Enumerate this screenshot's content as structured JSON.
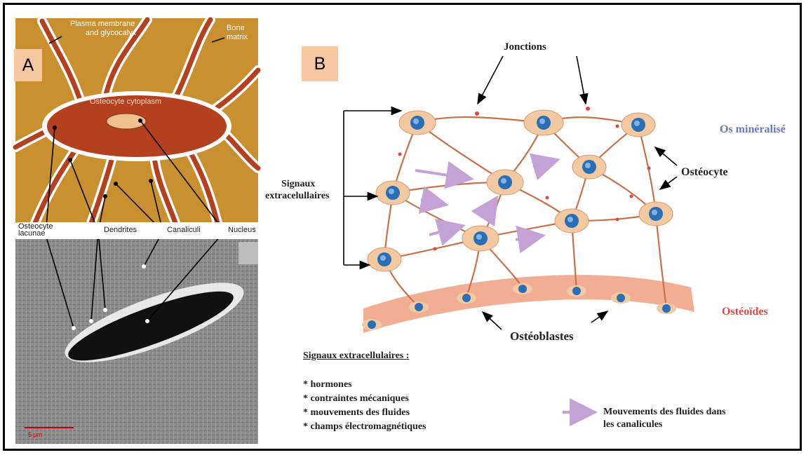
{
  "panel_a": {
    "badge": "A",
    "labels": {
      "plasma_membrane": "Plasma membrane",
      "glycocalyx": "and glycocalyx",
      "bone": "Bone",
      "matrix": "matrix",
      "cytoplasm": "Osteocyte cytoplasm",
      "lacunae_1": "Osteocyte",
      "lacunae_2": "lacunae",
      "dendrites": "Dendrites",
      "canaliculi": "Canaliculi",
      "nucleus": "Nucleus",
      "scale": "5 µm"
    },
    "colors": {
      "matrix": "#c8902e",
      "cytoplasm": "#b5401f",
      "membrane": "#ffffff"
    }
  },
  "panel_b": {
    "badge": "B",
    "labels": {
      "jonctions": "Jonctions",
      "os_mineralise": "Os minéralisé",
      "osteocyte": "Ostéocyte",
      "signaux_1": "Signaux",
      "signaux_2": "extracelullaires",
      "osteoides": "Ostéoïdes",
      "osteoblastes": "Ostéoblastes"
    },
    "list_title": "Signaux extracellulaires :",
    "list_items": [
      "* hormones",
      "* contraintes mécaniques",
      "* mouvements des fluides",
      "* champs électromagnétiques"
    ],
    "legend_1": "Mouvements des fluides dans",
    "legend_2": "les canalicules",
    "colors": {
      "os_mineralise": "#6a78c0",
      "osteoides": "#d84a4a",
      "arrow": "#c5a2d6",
      "cell": "#f2c9a0",
      "nucleus": "#2a6fb5",
      "osteoid_layer": "#f0a080"
    }
  }
}
